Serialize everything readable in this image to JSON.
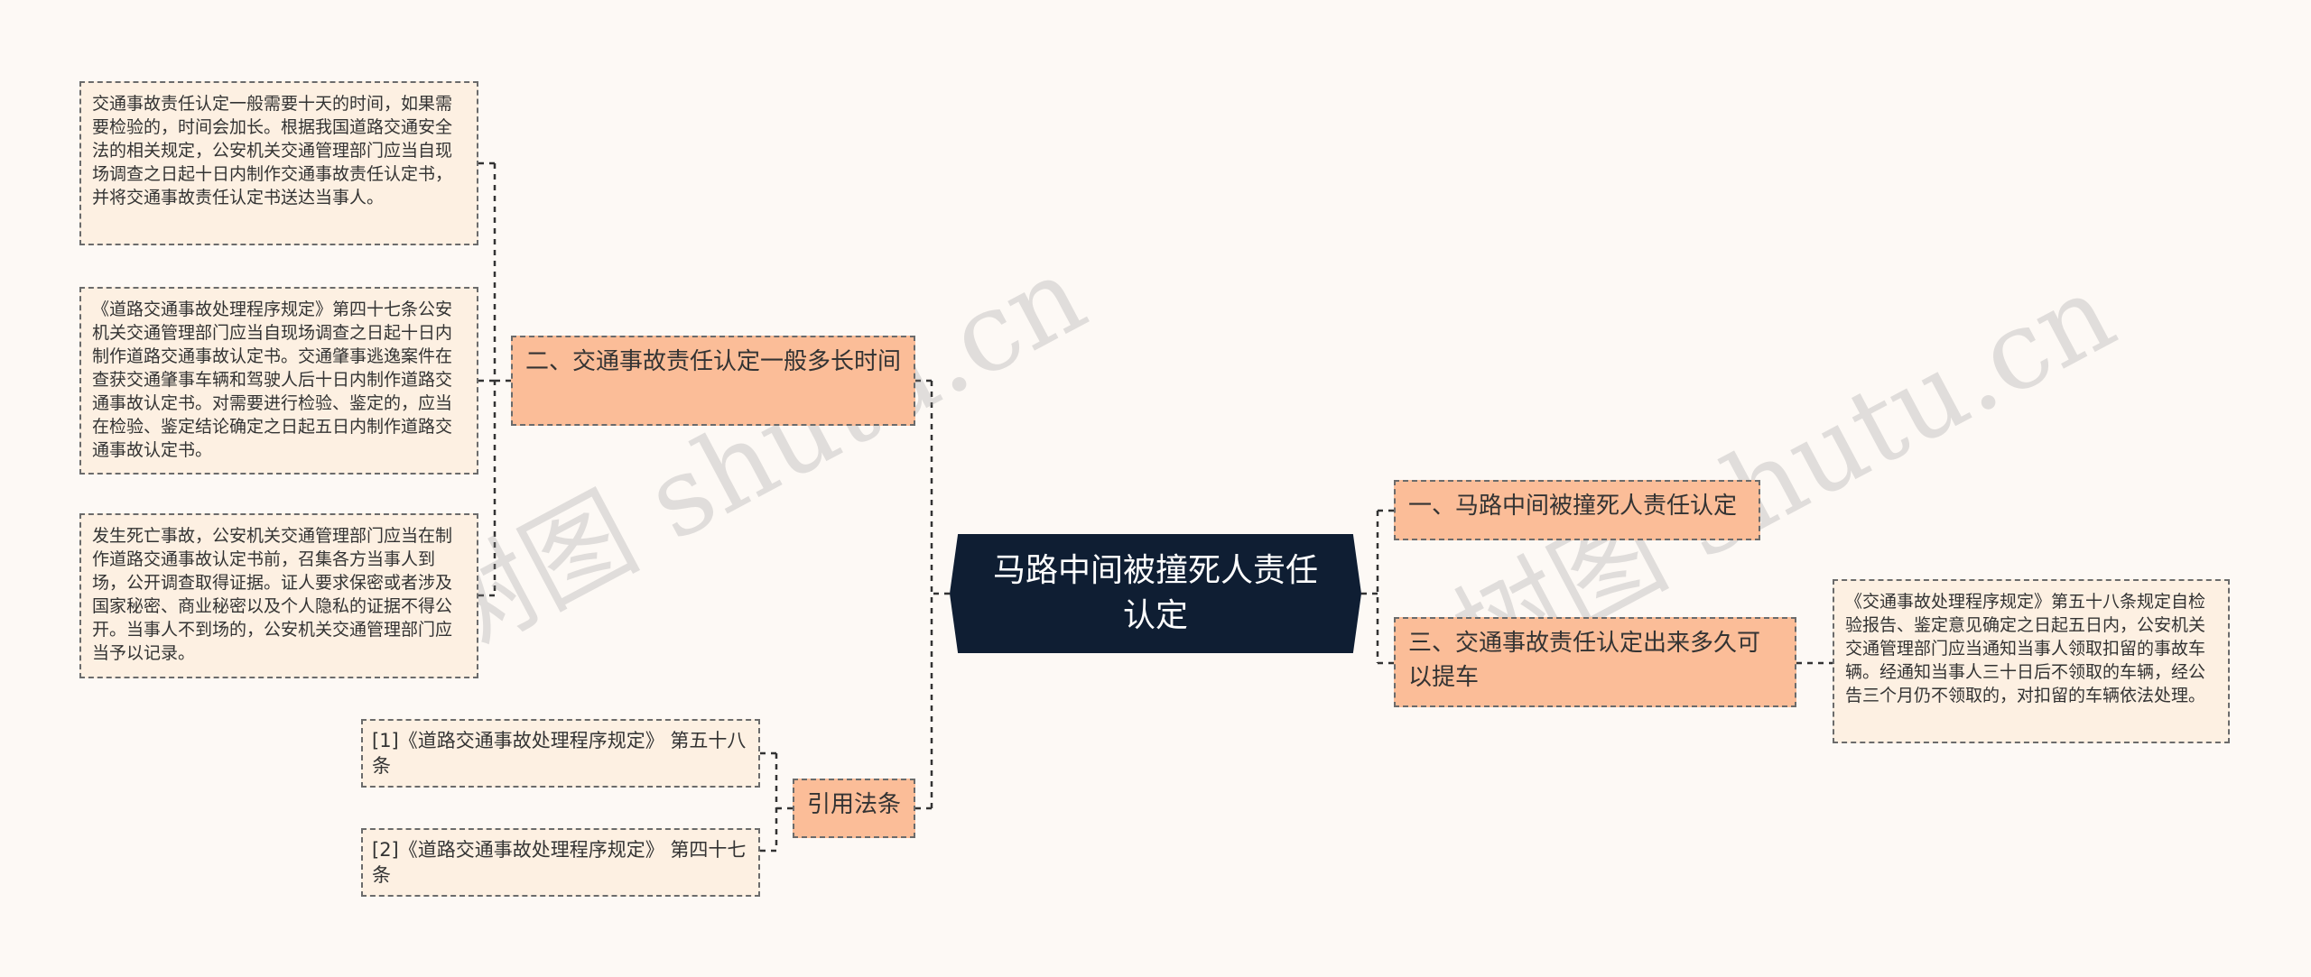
{
  "center": {
    "title": "马路中间被撞死人责任认定"
  },
  "branches": {
    "b1": "一、马路中间被撞死人责任认定",
    "b2": "二、交通事故责任认定一般多长时间",
    "b3": "三、交通事故责任认定出来多久可以提车",
    "refs": "引用法条"
  },
  "leaves": {
    "l1": "交通事故责任认定一般需要十天的时间，如果需要检验的，时间会加长。根据我国道路交通安全法的相关规定，公安机关交通管理部门应当自现场调查之日起十日内制作交通事故责任认定书，并将交通事故责任认定书送达当事人。",
    "l2": "《道路交通事故处理程序规定》第四十七条公安机关交通管理部门应当自现场调查之日起十日内制作道路交通事故认定书。交通肇事逃逸案件在查获交通肇事车辆和驾驶人后十日内制作道路交通事故认定书。对需要进行检验、鉴定的，应当在检验、鉴定结论确定之日起五日内制作道路交通事故认定书。",
    "l3": "发生死亡事故，公安机关交通管理部门应当在制作道路交通事故认定书前，召集各方当事人到场，公开调查取得证据。证人要求保密或者涉及国家秘密、商业秘密以及个人隐私的证据不得公开。当事人不到场的，公安机关交通管理部门应当予以记录。",
    "l4": "《交通事故处理程序规定》第五十八条规定自检验报告、鉴定意见确定之日起五日内，公安机关交通管理部门应当通知当事人领取扣留的事故车辆。经通知当事人三十日后不领取的车辆，经公告三个月仍不领取的，对扣留的车辆依法处理。"
  },
  "references": {
    "r1": "[1]《道路交通事故处理程序规定》 第五十八条",
    "r2": "[2]《道路交通事故处理程序规定》 第四十七条"
  },
  "watermark": {
    "left": "树图 shutu.cn",
    "right": "树图 shutu.cn"
  },
  "colors": {
    "center": "#0f1e33",
    "branch": "#fbbd98",
    "leaf": "#fdf0e2",
    "line": "#333333",
    "background": "#fdf9f5"
  }
}
